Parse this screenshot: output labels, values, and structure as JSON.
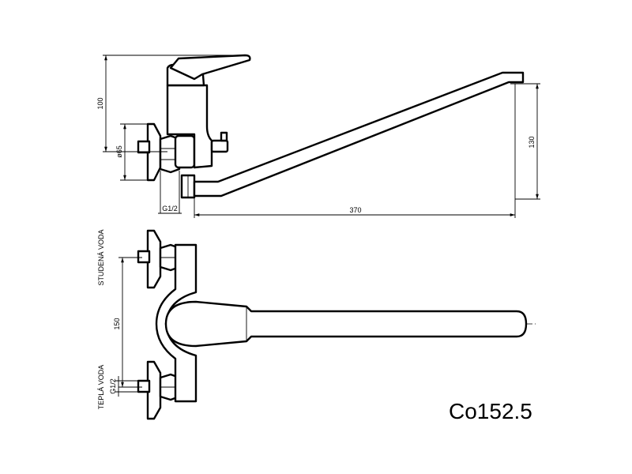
{
  "side_view": {
    "dims": {
      "height_lever": "100",
      "diameter": "ø65",
      "thread": "G1/2",
      "spout_reach": "370",
      "spout_height": "130"
    }
  },
  "front_view": {
    "dims": {
      "spacing": "150",
      "thread": "G1/2"
    },
    "labels": {
      "cold": "STUDENÁ VODA",
      "hot": "TEPLÁ VODA"
    }
  },
  "model": "Co152.5"
}
